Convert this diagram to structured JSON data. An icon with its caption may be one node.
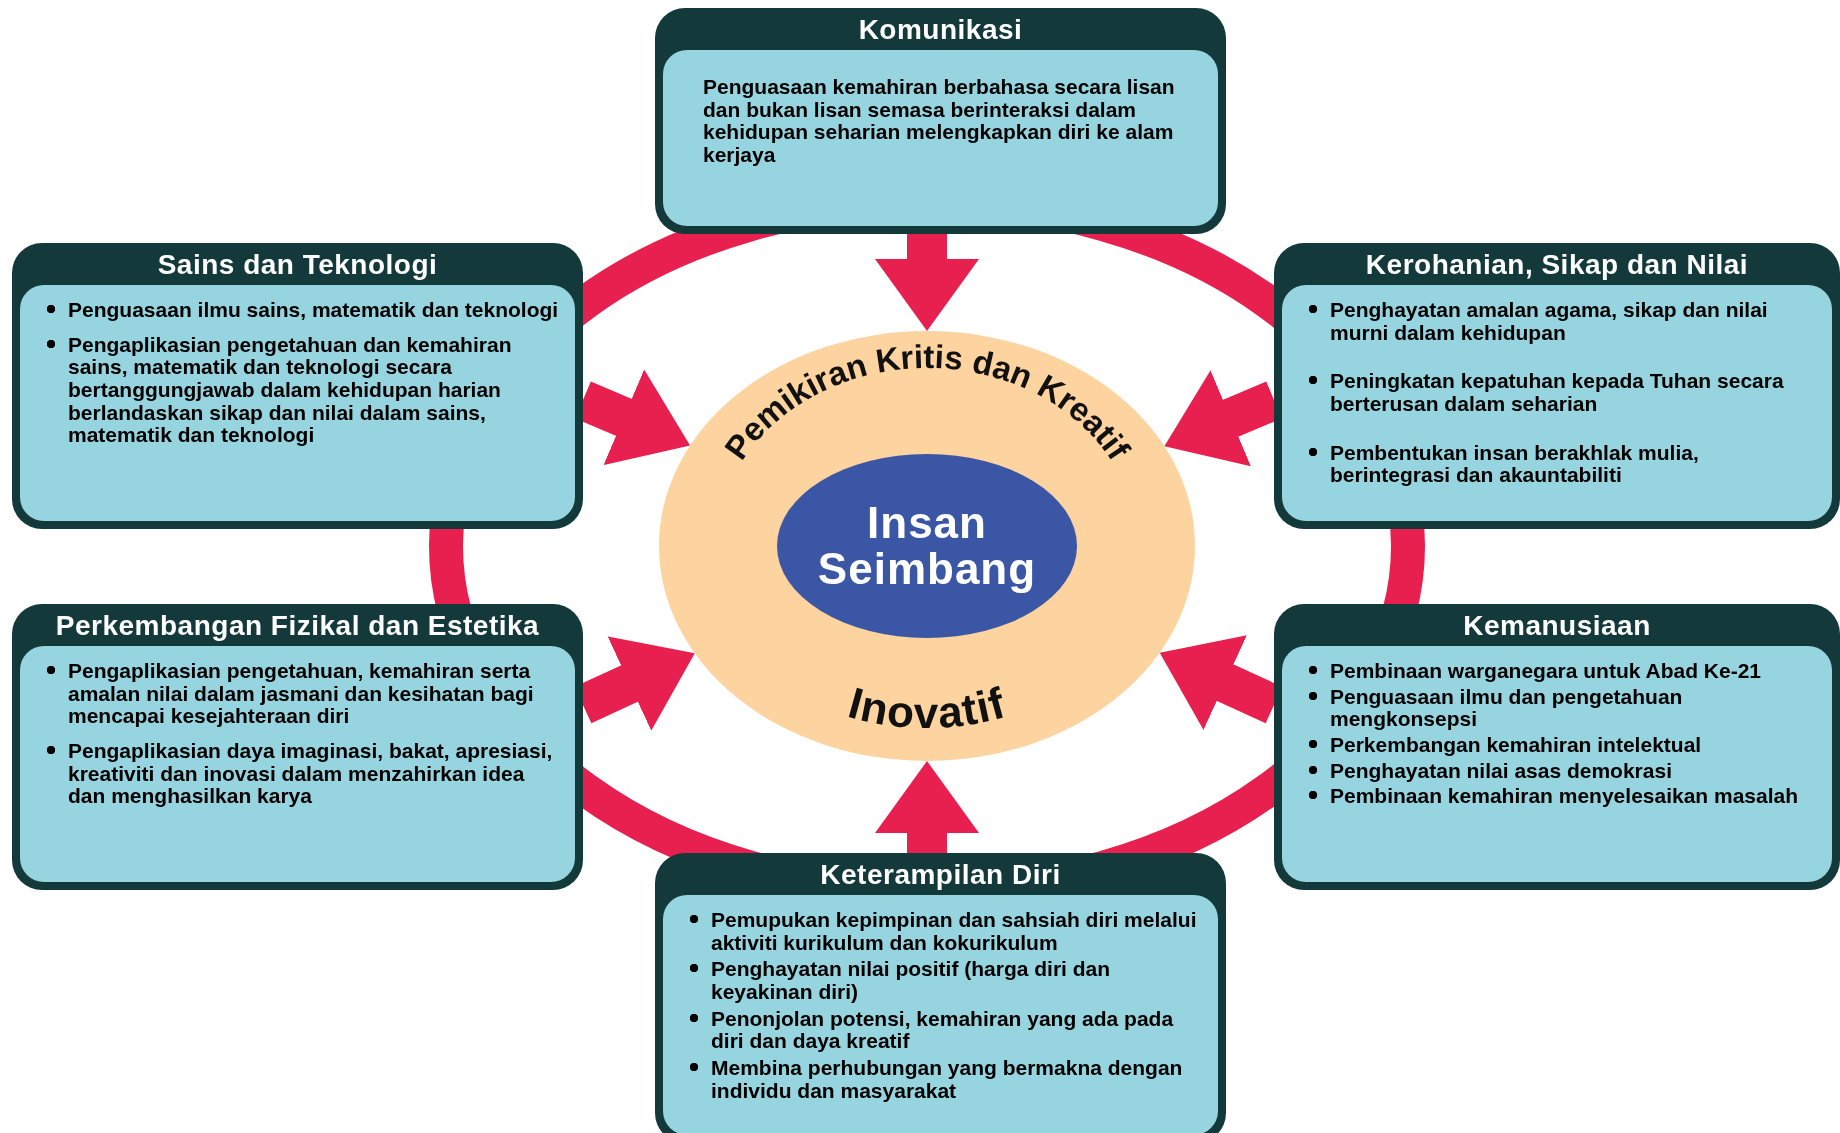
{
  "diagram": {
    "nodes": [
      {
        "text": [
          "Komunikasi",
          "Penguasaan kemahiran berbahasa secara lisan dan bukan lisan semasa berinteraksi dalam kehidupan seharian melengkapkan diri ke alam kerjaya"
        ]
      },
      {
        "text": [
          "Sains dan Teknologi",
          "Penguasaan ilmu sains, matematik dan teknologi",
          "Pengaplikasian pengetahuan dan kemahiran sains, matematik dan teknologi secara bertanggungjawab dalam kehidupan harian berlandaskan sikap dan nilai dalam sains, matematik dan teknologi"
        ]
      },
      {
        "text": [
          "Kerohanian, Sikap dan Nilai",
          "Penghayatan amalan agama, sikap dan nilai murni dalam kehidupan",
          "Peningkatan kepatuhan kepada Tuhan secara berterusan dalam seharian",
          "Pembentukan insan berakhlak mulia, berintegrasi dan akauntabiliti"
        ]
      },
      {
        "text": [
          "Pemikiran Kritis dan Kreatif",
          "Inovatif"
        ]
      },
      {
        "text": [
          "Insan Seimbang"
        ],
        "in": 3
      },
      {
        "text": [
          "Perkembangan Fizikal dan Estetika",
          "Pengaplikasian pengetahuan, kemahiran serta amalan nilai dalam jasmani dan kesihatan bagi mencapai kesejahteraan diri",
          "Pengaplikasian daya imaginasi, bakat, apresiasi, kreativiti dan inovasi dalam menzahirkan idea dan menghasilkan karya"
        ]
      },
      {
        "text": [
          "Kemanusiaan",
          "Pembinaan warganegara untuk Abad Ke-21",
          "Penguasaan ilmu dan pengetahuan mengkonsepsi",
          "Perkembangan kemahiran intelektual",
          "Penghayatan nilai asas demokrasi",
          "Pembinaan kemahiran menyelesaikan masalah"
        ]
      },
      {
        "text": [
          "Keterampilan Diri",
          "Pemupukan kepimpinan dan sahsiah diri melalui aktiviti kurikulum dan kokurikulum",
          "Penghayatan nilai positif (harga diri dan keyakinan diri)",
          "Penonjolan potensi, kemahiran yang ada pada diri dan daya kreatif",
          "Membina perhubungan yang bermakna dengan individu dan masyarakat"
        ]
      }
    ],
    "edges": [
      {
        "from": 0,
        "to": 3,
        "arrow": "to"
      },
      {
        "from": 1,
        "to": 3,
        "arrow": "to"
      },
      {
        "from": 2,
        "to": 3,
        "arrow": "to"
      },
      {
        "from": 5,
        "to": 3,
        "arrow": "to"
      },
      {
        "from": 6,
        "to": 3,
        "arrow": "to"
      },
      {
        "from": 7,
        "to": 3,
        "arrow": "to"
      }
    ]
  }
}
